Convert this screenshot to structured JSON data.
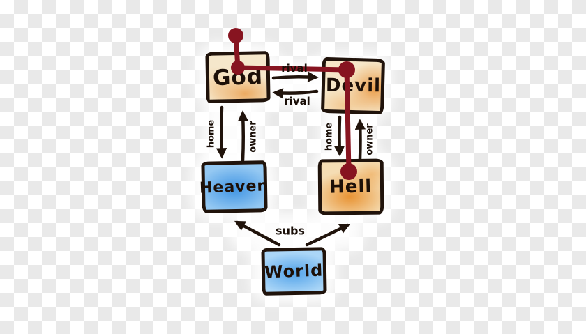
{
  "diagram": {
    "nodes": [
      {
        "id": "god",
        "label": "God",
        "fill_style": "cream-orange"
      },
      {
        "id": "devil",
        "label": "Devil",
        "fill_style": "cream-orange"
      },
      {
        "id": "heaven",
        "label": "Heaven",
        "fill_style": "blue"
      },
      {
        "id": "hell",
        "label": "Hell",
        "fill_style": "orange"
      },
      {
        "id": "world",
        "label": "World",
        "fill_style": "light-blue"
      }
    ],
    "edges": [
      {
        "from": "god",
        "to": "devil",
        "label": "rival"
      },
      {
        "from": "devil",
        "to": "god",
        "label": "rival"
      },
      {
        "from": "god",
        "to": "heaven",
        "label": "home"
      },
      {
        "from": "heaven",
        "to": "god",
        "label": "owner"
      },
      {
        "from": "devil",
        "to": "hell",
        "label": "home"
      },
      {
        "from": "hell",
        "to": "devil",
        "label": "owner"
      },
      {
        "from": "world",
        "to": "heaven",
        "label": "subs"
      },
      {
        "from": "world",
        "to": "hell",
        "label": "subs"
      }
    ],
    "red_path": {
      "description": "dark red dotted polyline connecting God, Devil and Hell",
      "connects": [
        "God",
        "Devil",
        "Hell"
      ],
      "color": "#871420"
    },
    "colors": {
      "ink": "#20130b",
      "red_edge": "#871420",
      "orange_fill": "#e78c2d",
      "cream_fill": "#f5e7cb",
      "blue_fill": "#328ce1",
      "light_blue_fill": "#abd6f7",
      "checker_gray": "#e9e9e9",
      "checker_white": "#ffffff"
    }
  }
}
